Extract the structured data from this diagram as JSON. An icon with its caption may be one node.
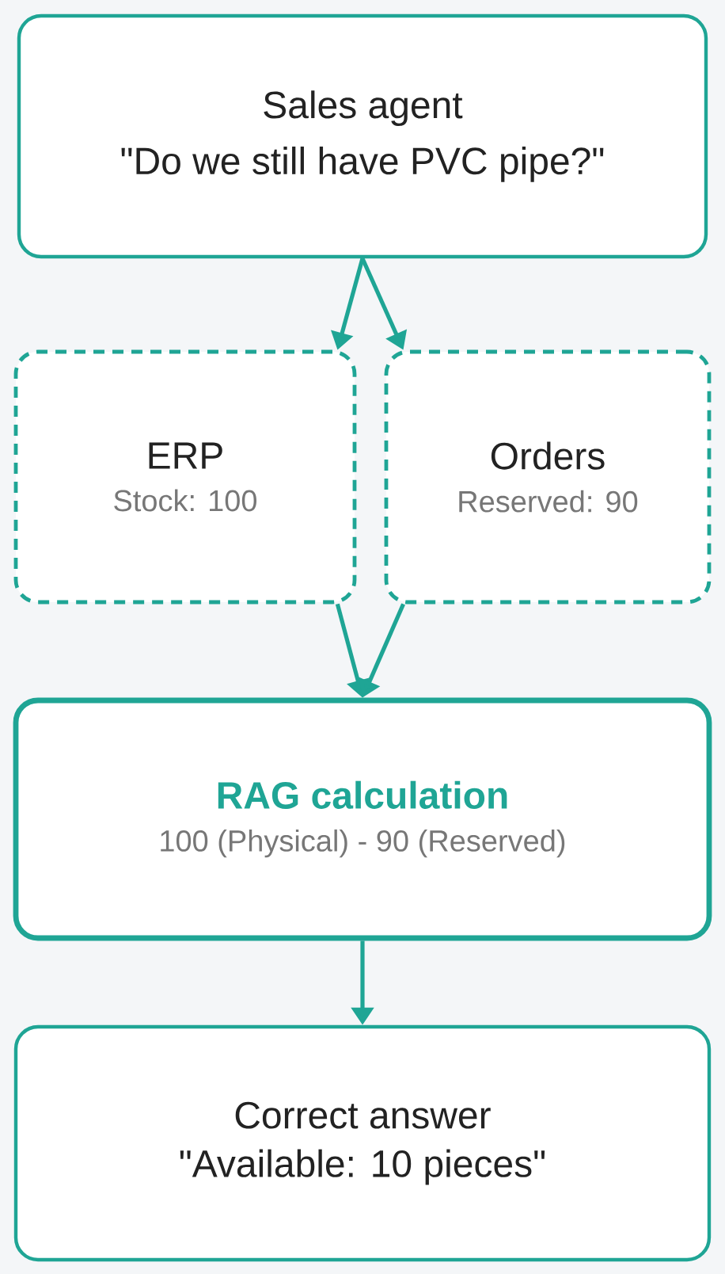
{
  "diagram": {
    "nodes": [
      {
        "text": [
          "Sales agent",
          "\"Do we still have PVC pipe?\""
        ]
      },
      {
        "text": [
          "ERP",
          "Stock: 100"
        ]
      },
      {
        "text": [
          "Orders",
          "Reserved: 90"
        ]
      },
      {
        "text": [
          "RAG calculation",
          "100 (Physical) - 90 (Reserved)"
        ]
      },
      {
        "text": [
          "Correct answer",
          "\"Available: 10 pieces\""
        ]
      }
    ],
    "edges": [
      {
        "from": 0,
        "to": 1,
        "arrow": "to"
      },
      {
        "from": 0,
        "to": 2,
        "arrow": "to"
      },
      {
        "from": 1,
        "to": 3,
        "arrow": "to"
      },
      {
        "from": 2,
        "to": 3,
        "arrow": "to"
      },
      {
        "from": 3,
        "to": 4,
        "arrow": "to"
      }
    ]
  }
}
